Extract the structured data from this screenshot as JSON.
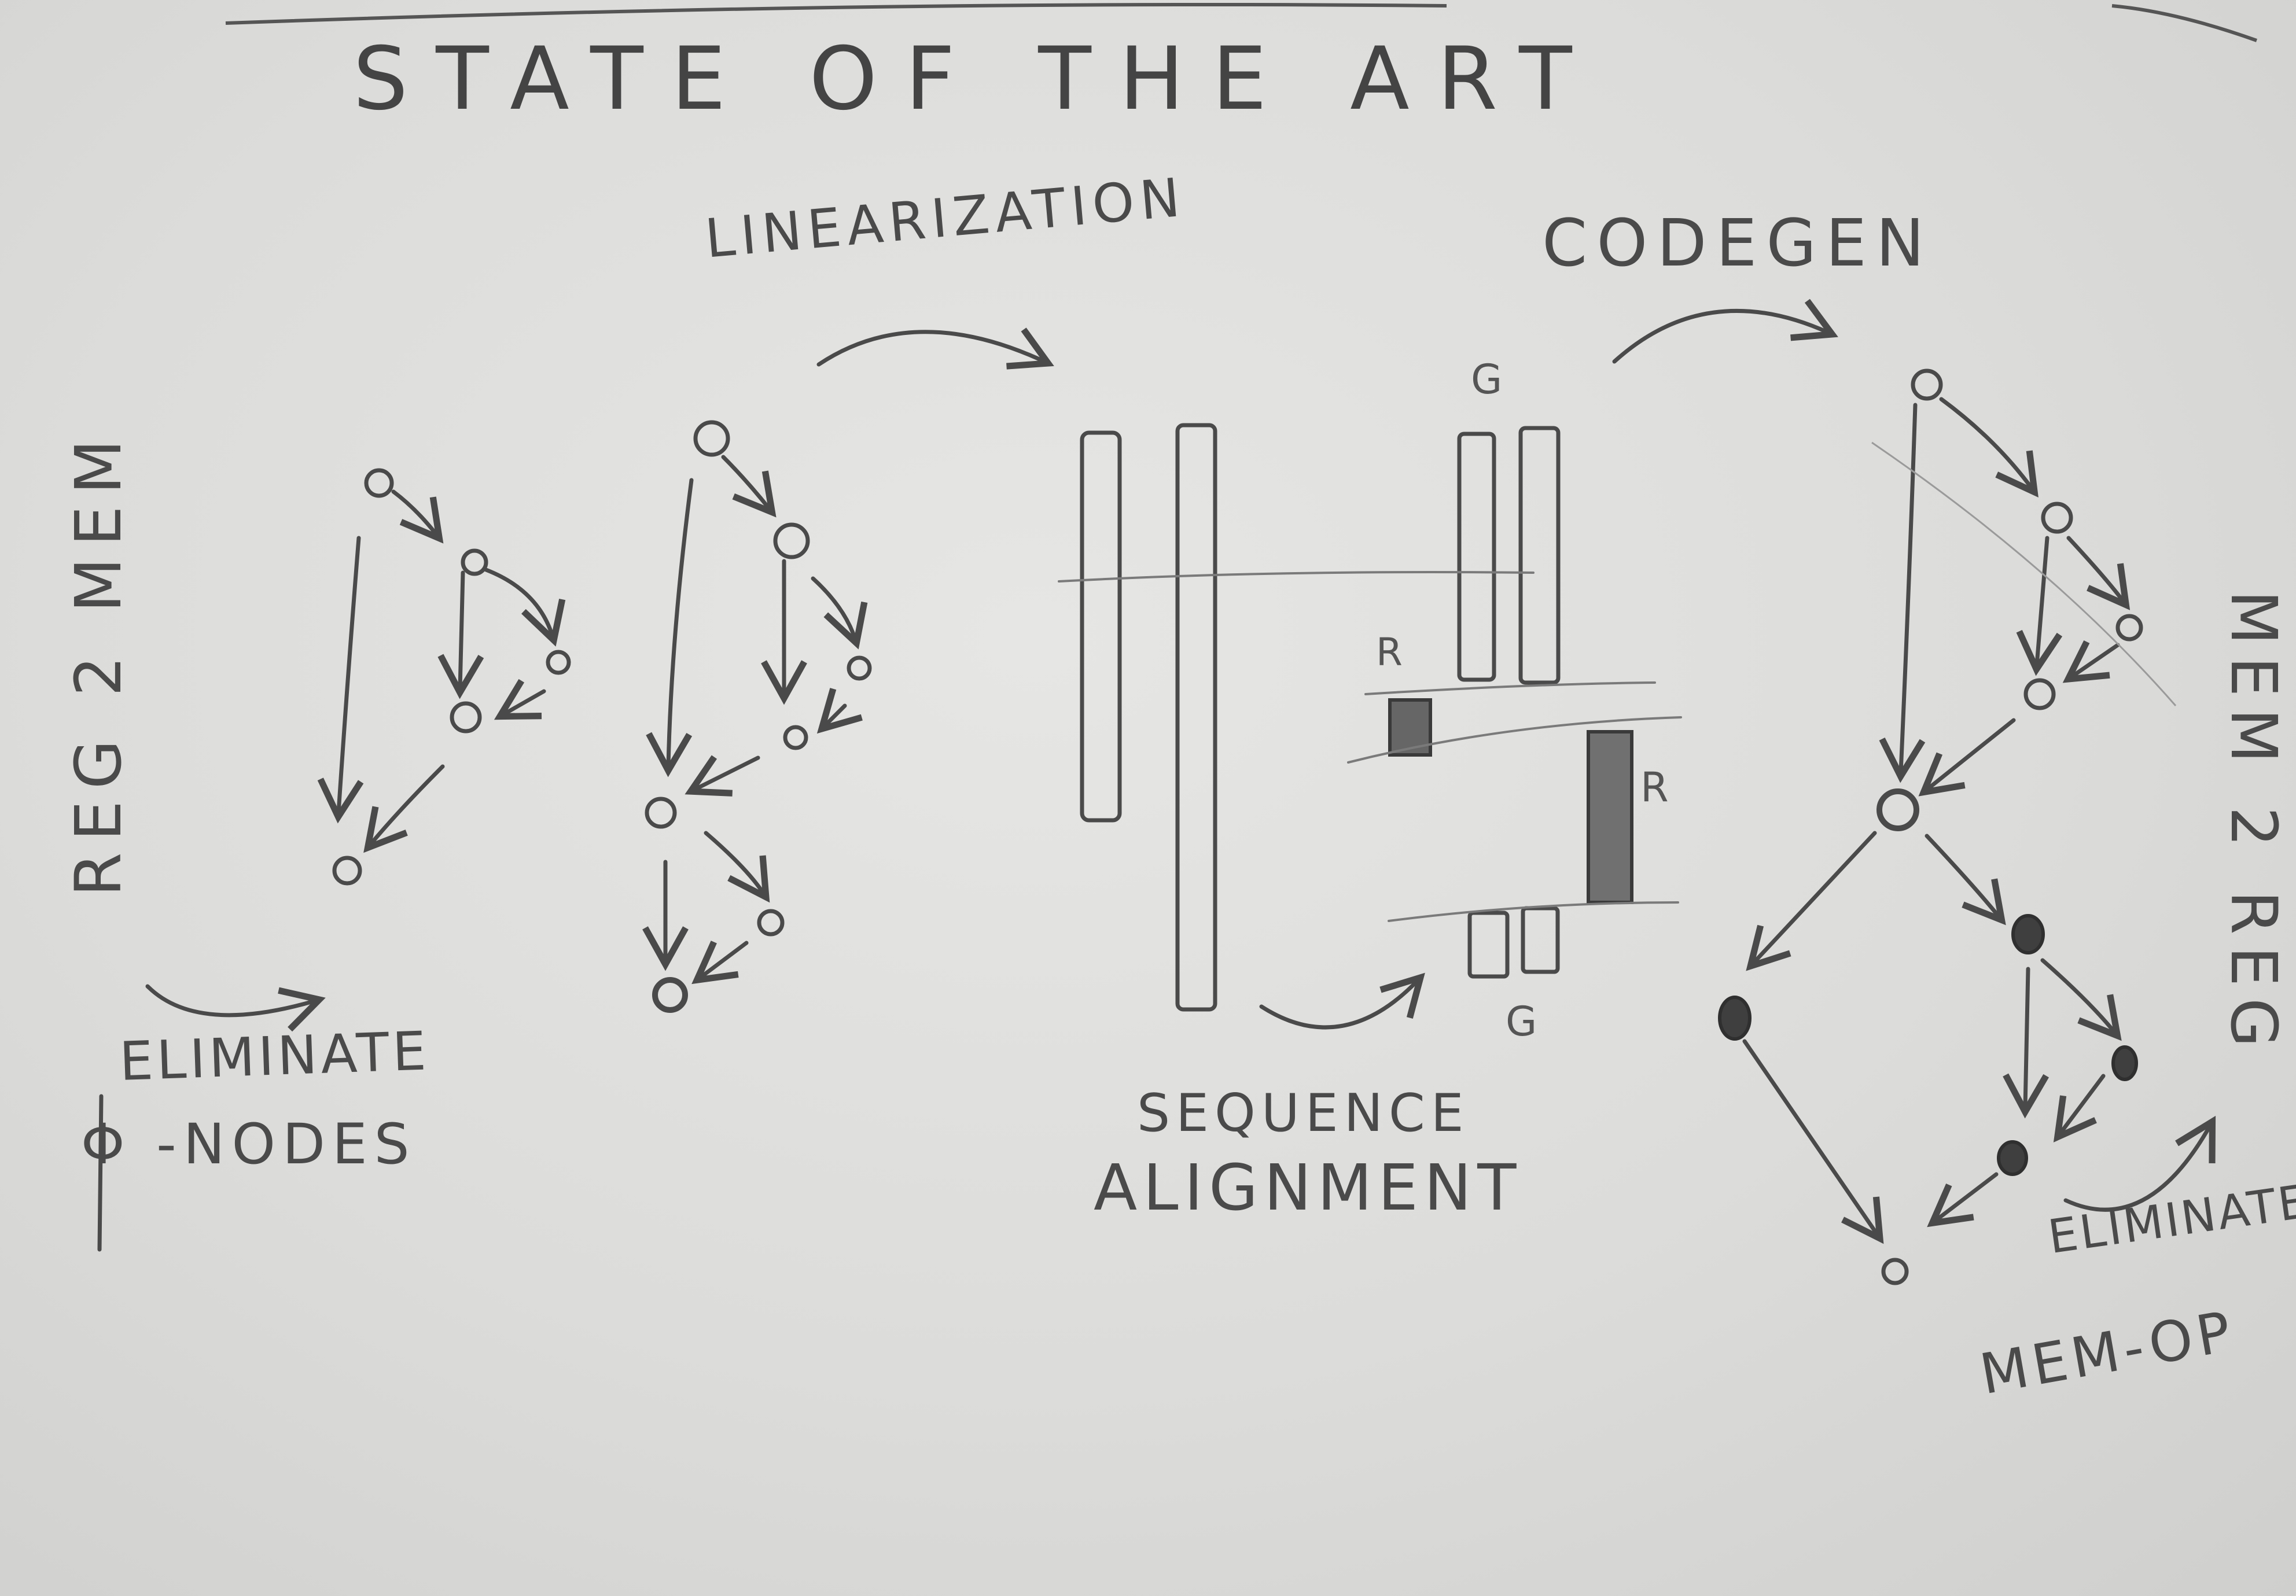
{
  "title": "STATE OF THE ART",
  "labels": {
    "linearization": "LINEARIZATION",
    "codegen": "CODEGEN",
    "reg2mem": "REG 2 MEM",
    "mem2reg": "MEM 2 REG",
    "eliminate_phi_line1": "ELIMINATE",
    "eliminate_phi_line2": "Φ -NODES",
    "sequence_alignment_line1": "SEQUENCE",
    "sequence_alignment_line2": "ALIGNMENT",
    "eliminate_mem_line1": "ELIMINATE",
    "eliminate_mem_line2": "MEM-OP"
  },
  "markers": {
    "g_top": "G",
    "g_bottom": "G",
    "r_left": "R",
    "r_right": "R"
  },
  "colors": {
    "paper": "#dcdcda",
    "pencil": "#4a4a4a",
    "shaded_block": "#666666"
  }
}
